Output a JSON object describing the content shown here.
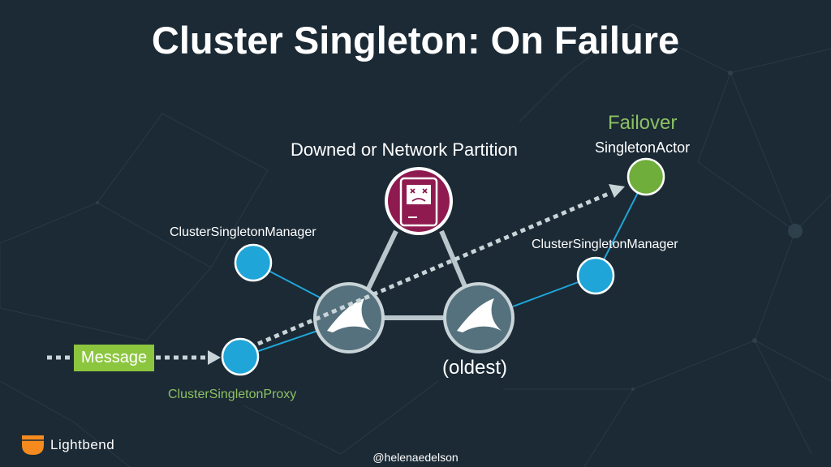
{
  "title": "Cluster Singleton: On Failure",
  "labels": {
    "failover": "Failover",
    "singleton_actor": "SingletonActor",
    "downed": "Downed or Network Partition",
    "csm_left": "ClusterSingletonManager",
    "csm_right": "ClusterSingletonManager",
    "oldest": "(oldest)",
    "proxy": "ClusterSingletonProxy",
    "message": "Message"
  },
  "footer": {
    "brand": "Lightbend",
    "handle": "@helenaedelson"
  },
  "colors": {
    "background": "#1b2a35",
    "node_blue": "#1fa5d8",
    "actor_green": "#6fae3a",
    "message_green": "#8cc63f",
    "text_green": "#8cc063",
    "failed_node": "#8e1a4f",
    "cluster_node": "#55717d",
    "brand_orange": "#f58a1f"
  },
  "icons": {
    "failed": "sad-mac-icon",
    "cluster_nodes": "akka-logo-icon"
  }
}
